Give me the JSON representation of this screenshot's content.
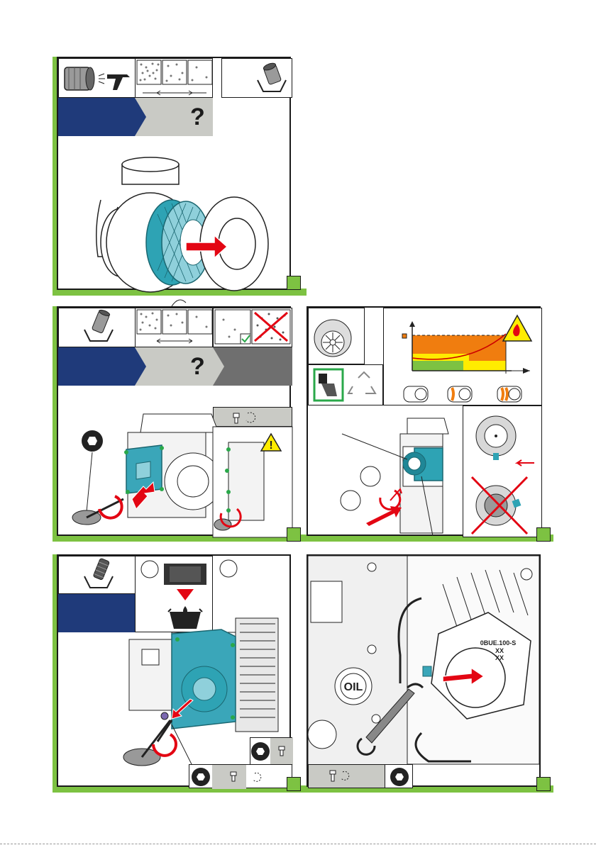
{
  "panels": [
    {
      "name": "air-filter-cleaning",
      "question_mark": "?"
    },
    {
      "name": "exhaust-filter-check",
      "question_mark": "?"
    },
    {
      "name": "exhaust-filter-saturation"
    },
    {
      "name": "pump-cover-oil"
    },
    {
      "name": "filter-housing-wrench"
    }
  ],
  "steps": {
    "a": "",
    "b": ""
  },
  "housing_marking": {
    "line1": "0BUE.100-S",
    "line2": "XX",
    "line3": "XX"
  },
  "oil_plug_label": "OIL",
  "icons": [
    "spray-gun-icon",
    "filter-cartridge-icon",
    "dust-density-icon",
    "discard-bin-icon",
    "hex-key-icon",
    "screw-icon",
    "rotate-icon",
    "warning-triangle-icon",
    "fire-warning-icon",
    "recycle-icon",
    "oil-drop-icon",
    "wrench-icon",
    "check-icon",
    "cross-icon"
  ],
  "colors": {
    "green": "#7dc242",
    "navy": "#1f3a7a",
    "teal": "#3aa6b9",
    "red": "#e30613",
    "orange": "#f07d0f",
    "yellow": "#ffec00",
    "grey": "#c9cac5"
  }
}
